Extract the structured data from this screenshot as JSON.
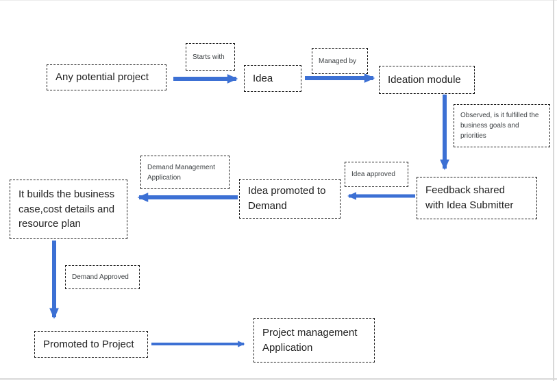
{
  "theme": {
    "canvas-bg": "#ffffff",
    "arrow-color": "#3c70d4",
    "box-border": "#1a1a1a",
    "text-main": "#212121",
    "text-label": "#3c4043",
    "edge-line": "#d8d8d8"
  },
  "nodes": [
    {
      "id": "any-potential-project",
      "label": "Any potential project"
    },
    {
      "id": "idea",
      "label": "Idea"
    },
    {
      "id": "ideation-module",
      "label": "Ideation module"
    },
    {
      "id": "feedback-shared",
      "label": "Feedback shared\nwith Idea Submitter"
    },
    {
      "id": "idea-promoted",
      "label": "Idea promoted to\nDemand"
    },
    {
      "id": "it-builds",
      "label": "It builds the business\ncase,cost details and\nresource plan"
    },
    {
      "id": "promoted-to-project",
      "label": "Promoted to Project"
    },
    {
      "id": "project-management",
      "label": "Project management\nApplication"
    }
  ],
  "labels": [
    {
      "id": "starts-with",
      "label": "Starts with"
    },
    {
      "id": "managed-by",
      "label": "Managed by"
    },
    {
      "id": "observed",
      "label": "Observed, is it fulfilled the\nbusiness goals and\npriorities"
    },
    {
      "id": "idea-approved",
      "label": "Idea approved"
    },
    {
      "id": "demand-management",
      "label": "Demand Management\nApplication"
    },
    {
      "id": "demand-approved",
      "label": "Demand Approved"
    }
  ],
  "arrows": [
    {
      "name": "starts-with-arrow",
      "from": "any-potential-project",
      "to": "idea"
    },
    {
      "name": "managed-by-arrow",
      "from": "idea",
      "to": "ideation-module"
    },
    {
      "name": "observed-arrow",
      "from": "ideation-module",
      "to": "feedback-shared"
    },
    {
      "name": "idea-approved-arrow",
      "from": "feedback-shared",
      "to": "idea-promoted"
    },
    {
      "name": "demand-management-arrow",
      "from": "idea-promoted",
      "to": "it-builds"
    },
    {
      "name": "demand-approved-arrow",
      "from": "it-builds",
      "to": "promoted-to-project"
    },
    {
      "name": "promoted-arrow",
      "from": "promoted-to-project",
      "to": "project-management"
    }
  ]
}
